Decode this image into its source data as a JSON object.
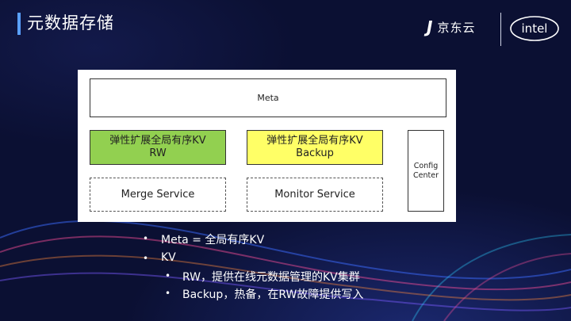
{
  "header": {
    "title": "元数据存储",
    "jd_mark": "J",
    "jd_text": "京东云",
    "intel_text": "intel"
  },
  "diagram": {
    "meta_label": "Meta",
    "kv_rw": {
      "line1": "弹性扩展全局有序KV",
      "line2": "RW"
    },
    "kv_backup": {
      "line1": "弹性扩展全局有序KV",
      "line2": "Backup"
    },
    "merge_label": "Merge Service",
    "monitor_label": "Monitor Service",
    "config_label": "Config Center"
  },
  "bullets": {
    "item1": "Meta = 全局有序KV",
    "item2": "KV",
    "sub1": "RW，提供在线元数据管理的KV集群",
    "sub2": "Backup，热备，在RW故障提供写入"
  },
  "colors": {
    "background": "#0b1033",
    "rw_fill": "#92d050",
    "backup_fill": "#ffff66",
    "title_accent": "#5aa0ff"
  }
}
